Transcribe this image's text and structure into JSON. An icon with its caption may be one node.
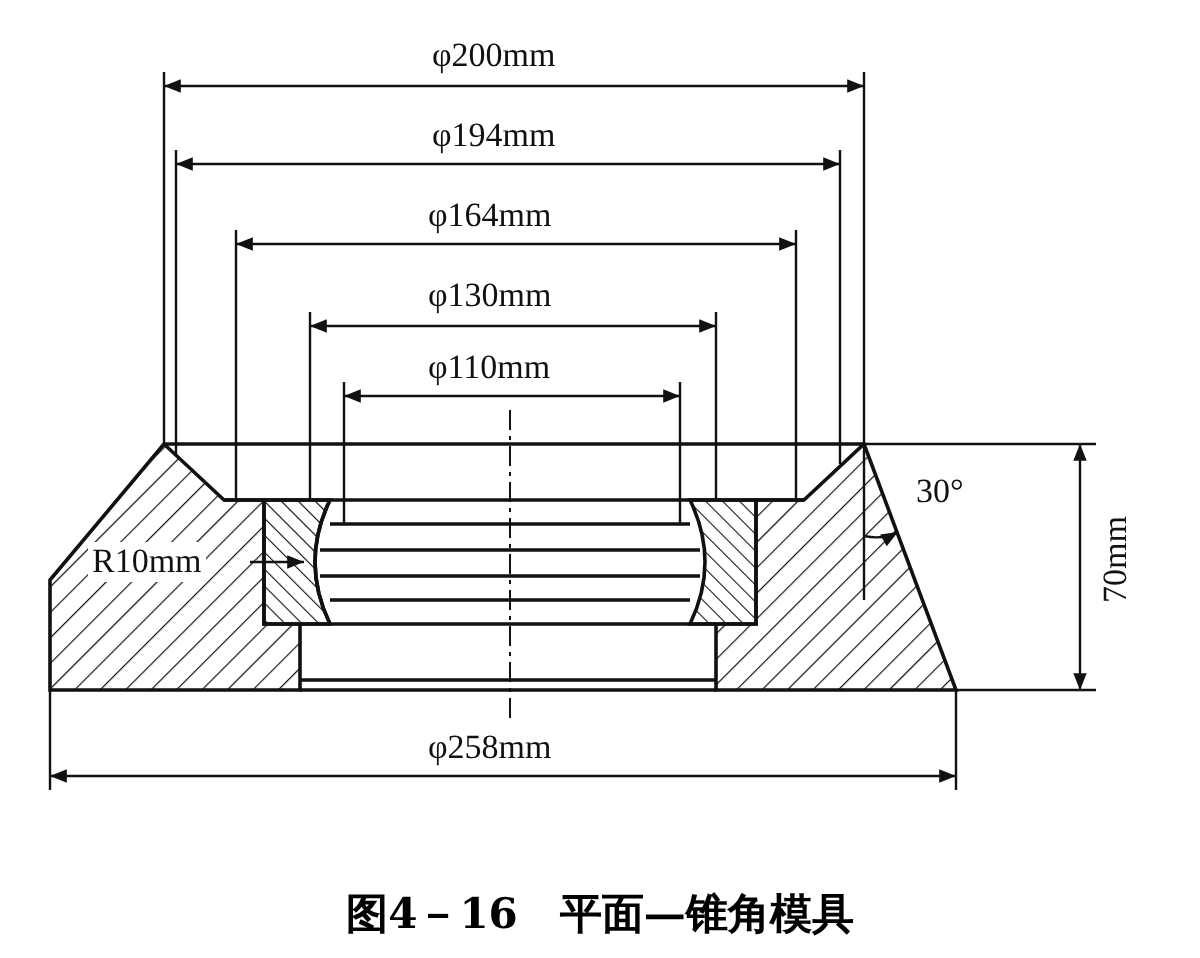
{
  "diagram": {
    "caption": "图4－16　平面—锥角模具",
    "labels": [
      "φ200mm",
      "φ194mm",
      "φ164mm",
      "φ130mm",
      "φ110mm",
      "R10mm",
      "30°",
      "70mm",
      "φ258mm"
    ]
  }
}
